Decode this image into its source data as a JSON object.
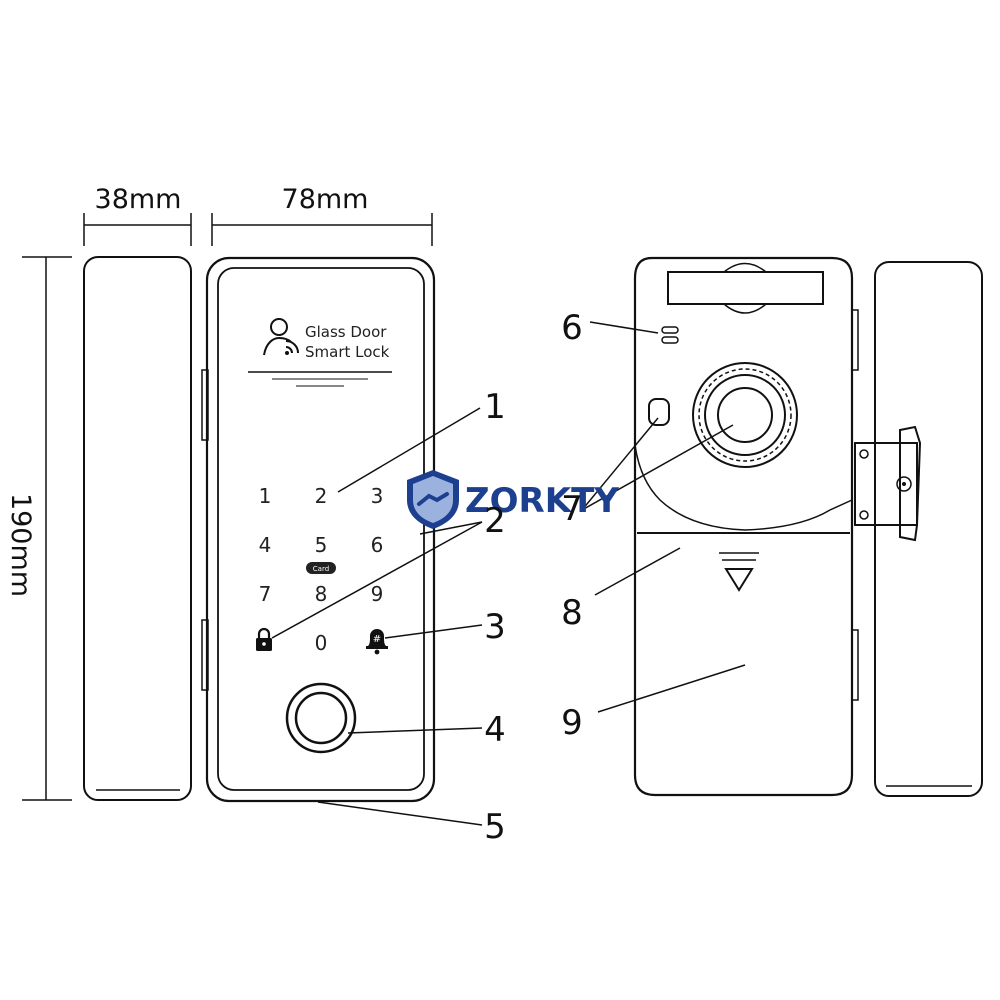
{
  "dimensions": {
    "depth": "38mm",
    "width": "78mm",
    "height": "190mm"
  },
  "brand": {
    "line1": "Glass Door",
    "line2": "Smart Lock"
  },
  "keypad": {
    "keys": [
      "1",
      "2",
      "3",
      "4",
      "5",
      "6",
      "7",
      "8",
      "9",
      "0"
    ],
    "card_label": "Card"
  },
  "callouts": [
    "1",
    "2",
    "3",
    "4",
    "5",
    "6",
    "7",
    "8",
    "9"
  ],
  "watermark": {
    "text": "ZORKTY",
    "color": "#1d3f8f"
  },
  "icons": [
    "lock-icon",
    "doorbell-icon",
    "fingerprint-sensor-icon",
    "user-wifi-icon",
    "shield-handshake-logo",
    "arrow-down-icon"
  ]
}
